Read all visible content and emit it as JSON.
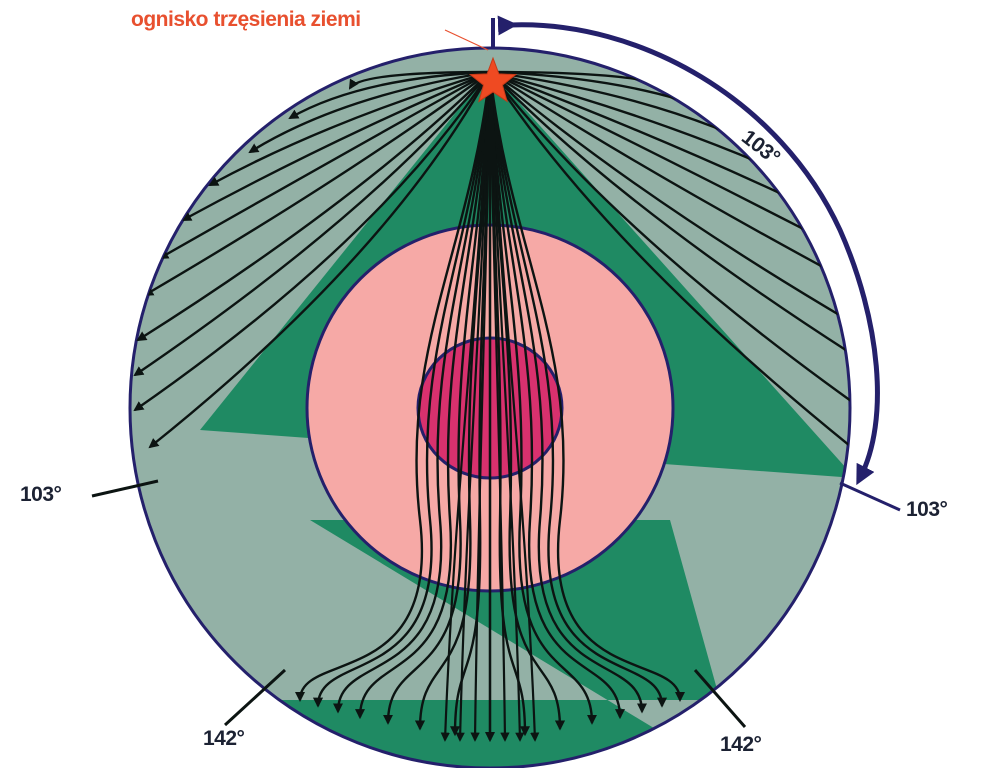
{
  "labels": {
    "focus": "ognisko trzęsienia ziemi",
    "shadow_left": "103°",
    "shadow_right": "103°",
    "arc": "103°",
    "core_left": "142°",
    "core_right": "142°"
  },
  "colors": {
    "mantle_waves": "#1f8a63",
    "shadow_zone": "#93b1a6",
    "outer_core": "#f6a9a6",
    "inner_core": "#d8316e",
    "outline": "#24206b",
    "ray": "#0c1412",
    "focus_star": "#ef4a22",
    "label_text": "#1c2233",
    "focus_text": "#e8502f"
  }
}
